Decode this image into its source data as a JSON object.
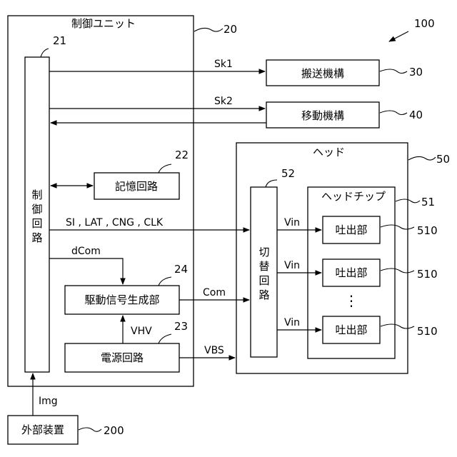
{
  "figure_ref": "100",
  "control_unit": {
    "label": "制御ユニット",
    "ref": "20"
  },
  "control_circuit": {
    "ref": "21",
    "chars": [
      "制",
      "御",
      "回",
      "路"
    ]
  },
  "transport": {
    "label": "搬送機構",
    "ref": "30"
  },
  "moving": {
    "label": "移動機構",
    "ref": "40"
  },
  "memory": {
    "label": "記憶回路",
    "ref": "22"
  },
  "drive_signal_gen": {
    "label": "駆動信号生成部",
    "ref": "24"
  },
  "power_circuit": {
    "label": "電源回路",
    "ref": "23"
  },
  "head": {
    "label": "ヘッド",
    "ref": "50"
  },
  "head_chip": {
    "label": "ヘッドチップ",
    "ref": "51"
  },
  "switch_circuit": {
    "ref": "52",
    "chars": [
      "切",
      "替",
      "回",
      "路"
    ]
  },
  "ejectors": [
    {
      "label": "吐出部",
      "ref": "510"
    },
    {
      "label": "吐出部",
      "ref": "510"
    },
    {
      "label": "吐出部",
      "ref": "510"
    }
  ],
  "ellipsis": "⋮",
  "external_device": {
    "label": "外部装置",
    "ref": "200"
  },
  "signals": {
    "sk1": "Sk1",
    "sk2": "Sk2",
    "bus": "SI , LAT , CNG , CLK",
    "dcom": "dCom",
    "com": "Com",
    "vhv": "VHV",
    "vbs": "VBS",
    "img": "Img",
    "vin": [
      "Vin",
      "Vin",
      "Vin"
    ]
  }
}
